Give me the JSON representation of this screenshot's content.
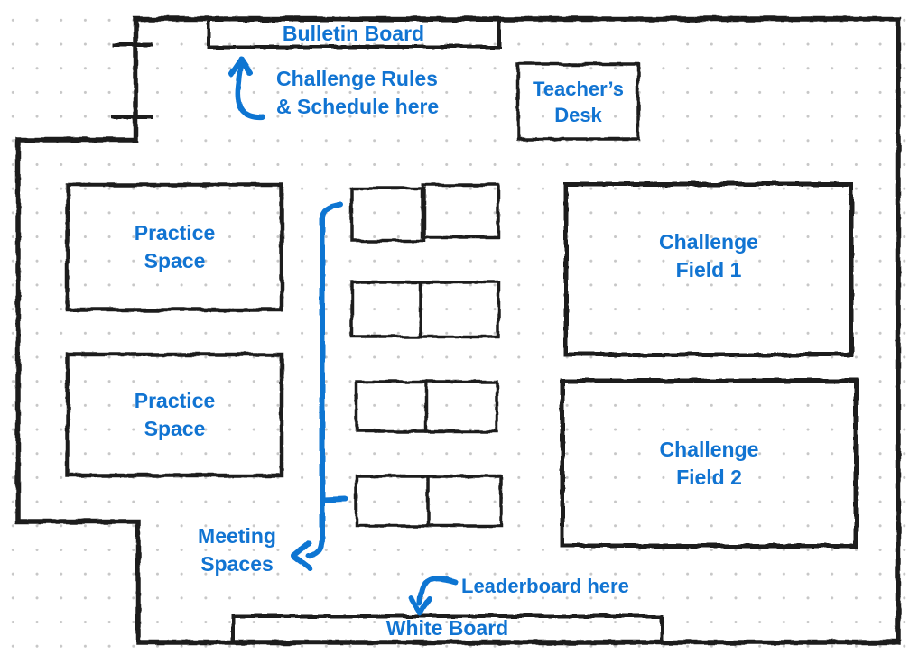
{
  "palette": {
    "annotation_blue": "#1174d2",
    "wall_black": "#1f1f1f",
    "dot_gray": "#c7c7c7",
    "background": "#ffffff"
  },
  "rooms": {
    "bulletin_board": {
      "label": "Bulletin Board"
    },
    "teachers_desk": {
      "line1": "Teacher’s",
      "line2": "Desk"
    },
    "practice_space_top": {
      "line1": "Practice",
      "line2": "Space"
    },
    "practice_space_bottom": {
      "line1": "Practice",
      "line2": "Space"
    },
    "challenge_field_1": {
      "line1": "Challenge",
      "line2": "Field 1"
    },
    "challenge_field_2": {
      "line1": "Challenge",
      "line2": "Field 2"
    },
    "white_board": {
      "label": "White Board"
    }
  },
  "annotations": {
    "rules_schedule": {
      "line1": "Challenge Rules",
      "line2": "& Schedule here"
    },
    "meeting_spaces": {
      "line1": "Meeting",
      "line2": "Spaces"
    },
    "leaderboard": {
      "label": "Leaderboard here"
    }
  },
  "meeting_tables": {
    "count": 4
  }
}
